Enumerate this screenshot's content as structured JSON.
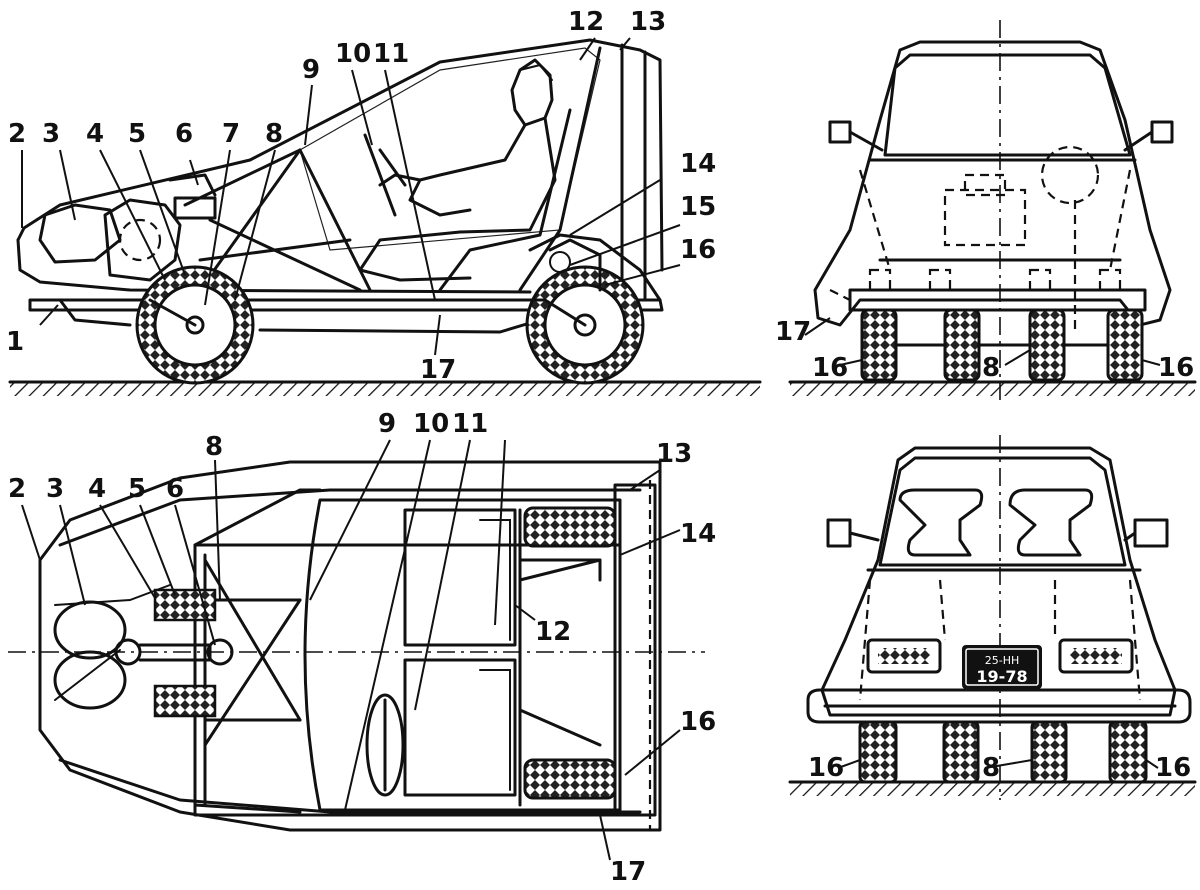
{
  "labels": {
    "side": [
      "1",
      "2",
      "3",
      "4",
      "5",
      "6",
      "7",
      "8",
      "9",
      "10",
      "11",
      "12",
      "13",
      "14",
      "15",
      "16",
      "17"
    ],
    "front": [
      "17",
      "16",
      "8",
      "16"
    ],
    "top": [
      "2",
      "3",
      "4",
      "5",
      "6",
      "8",
      "9",
      "10",
      "11",
      "13",
      "14",
      "12",
      "16",
      "17"
    ],
    "rear": [
      "16",
      "8",
      "16"
    ]
  },
  "plate": {
    "line1": "25-НН",
    "line2": "19-78"
  }
}
